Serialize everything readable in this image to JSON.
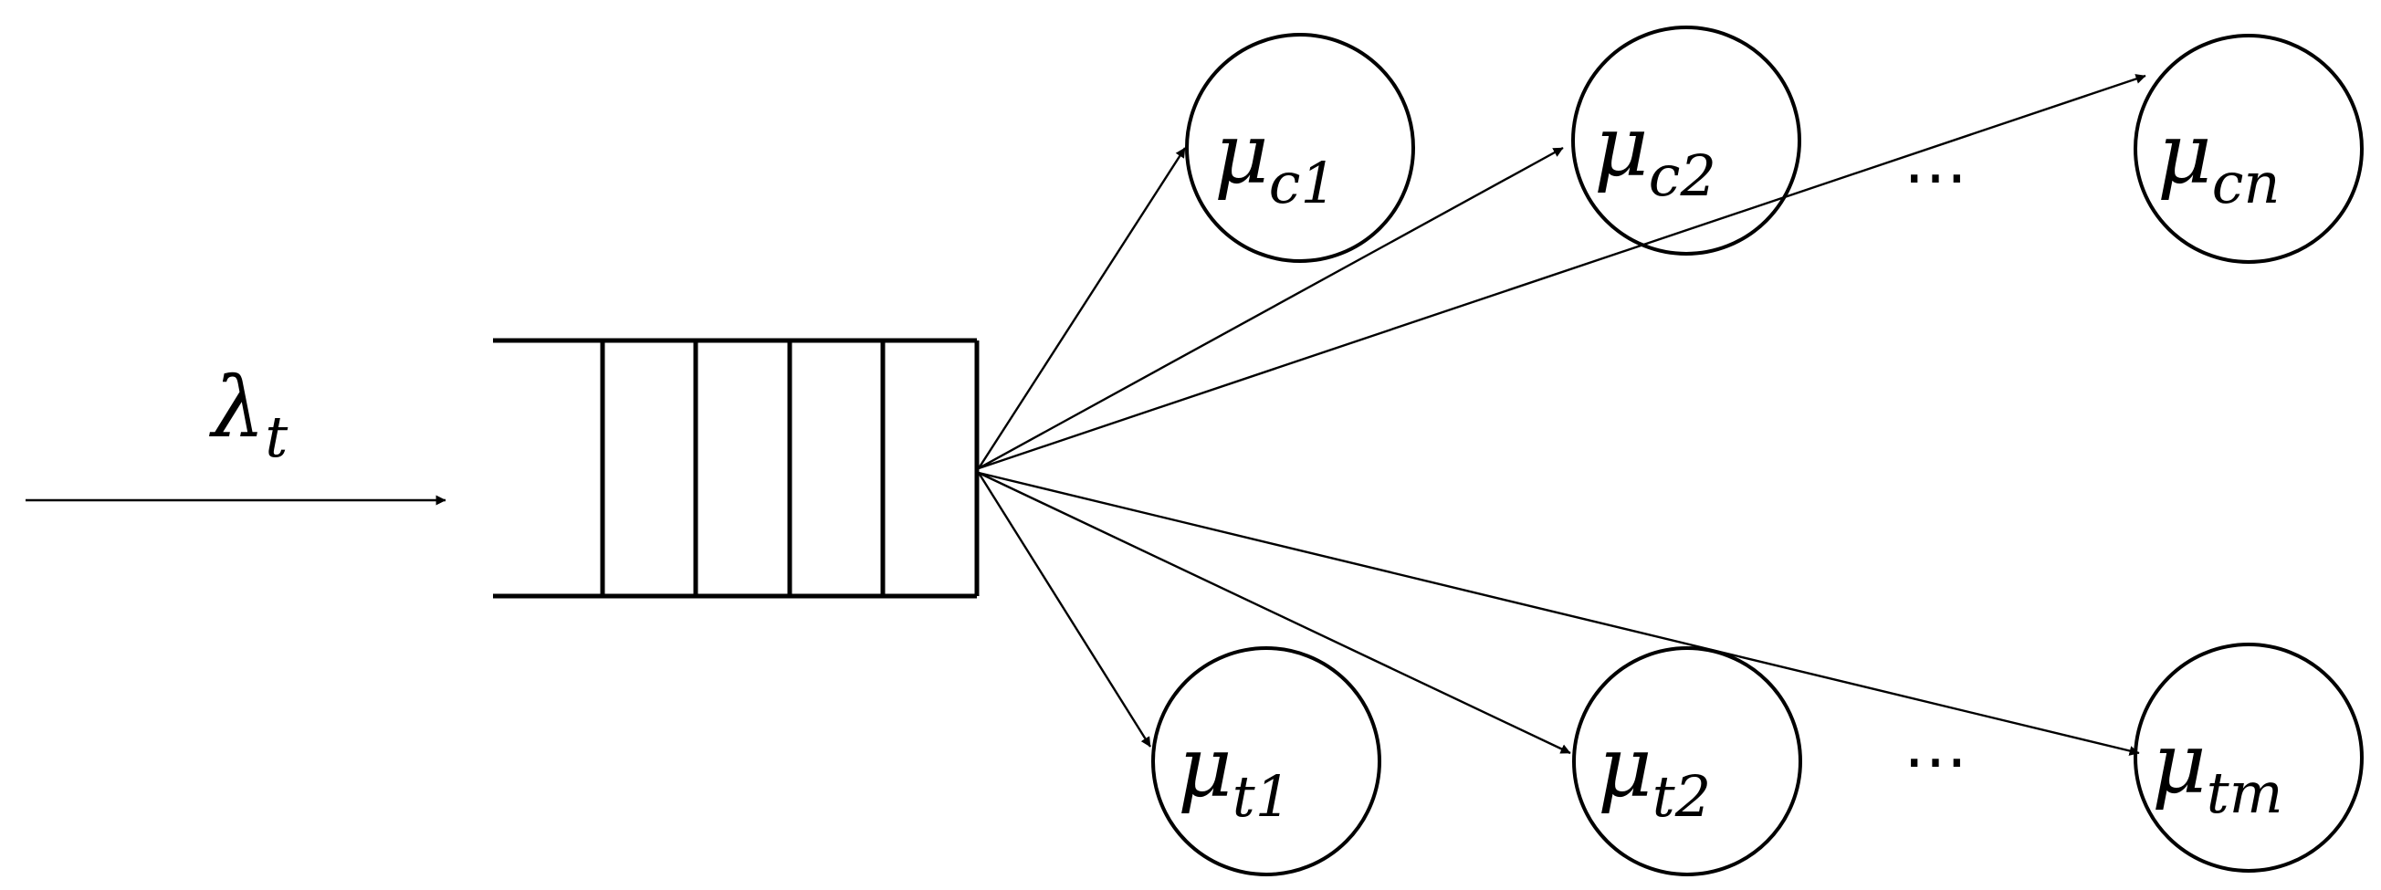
{
  "arrival": {
    "symbol": "λ",
    "subscript": "t"
  },
  "queue": {
    "slots": 5
  },
  "servers_top": [
    {
      "symbol": "μ",
      "subscript": "c1"
    },
    {
      "symbol": "μ",
      "subscript": "c2"
    },
    {
      "symbol": "μ",
      "subscript": "cn"
    }
  ],
  "servers_bottom": [
    {
      "symbol": "μ",
      "subscript": "t1"
    },
    {
      "symbol": "μ",
      "subscript": "t2"
    },
    {
      "symbol": "μ",
      "subscript": "tm"
    }
  ],
  "ellipsis_top": "…",
  "ellipsis_bottom": "…",
  "colors": {
    "stroke": "#000000",
    "background": "#ffffff"
  }
}
